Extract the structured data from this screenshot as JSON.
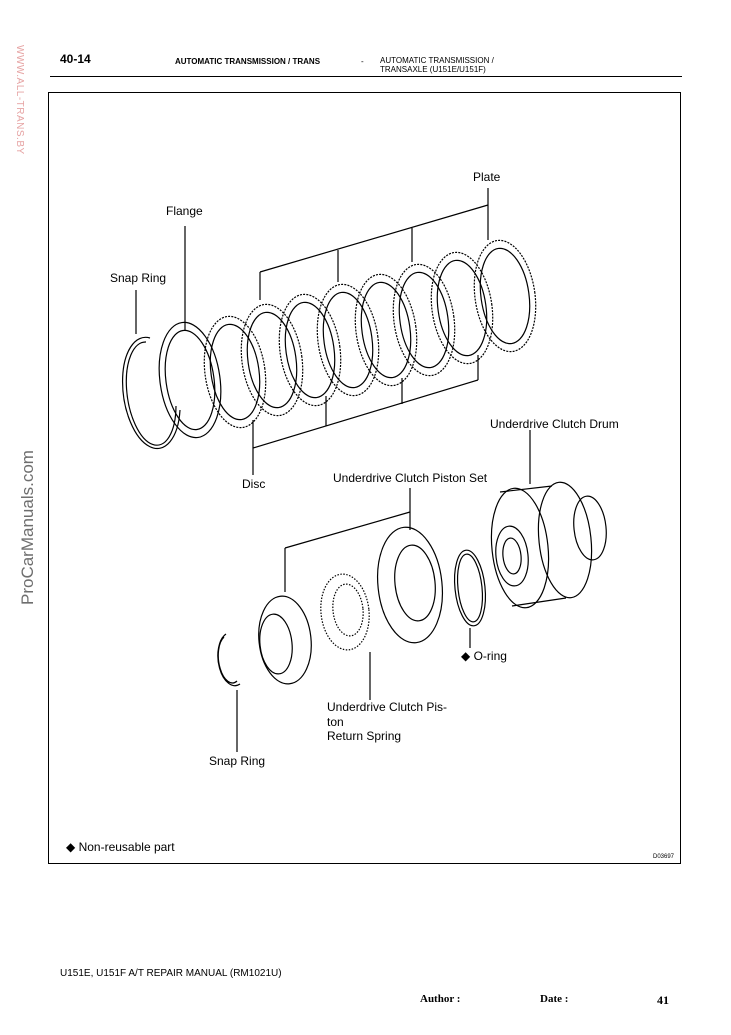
{
  "header": {
    "page_number": "40-14",
    "section_left": "AUTOMATIC TRANSMISSION / TRANS",
    "separator": "-",
    "section_right_line1": "AUTOMATIC TRANSMISSION /",
    "section_right_line2": "TRANSAXLE (U151E/U151F)"
  },
  "watermarks": {
    "url": "WWW.ALL-TRANS.BY",
    "site": "ProCarManuals.com"
  },
  "diagram": {
    "labels": {
      "plate": "Plate",
      "flange": "Flange",
      "snap_ring_top": "Snap Ring",
      "disc": "Disc",
      "underdrive_clutch_drum": "Underdrive Clutch Drum",
      "underdrive_clutch_piston_set": "Underdrive Clutch Piston Set",
      "o_ring": "O-ring",
      "return_spring_line1": "Underdrive Clutch Pis-",
      "return_spring_line2": "ton",
      "return_spring_line3": "Return Spring",
      "snap_ring_bottom": "Snap Ring"
    },
    "legend": "Non-reusable part",
    "figure_code": "D03697",
    "symbols": {
      "non_reusable": "diamond-icon"
    }
  },
  "footer": {
    "manual": "U151E, U151F A/T REPAIR MANUAL   (RM1021U)",
    "author_label": "Author :",
    "date_label": "Date :",
    "page": "41"
  }
}
